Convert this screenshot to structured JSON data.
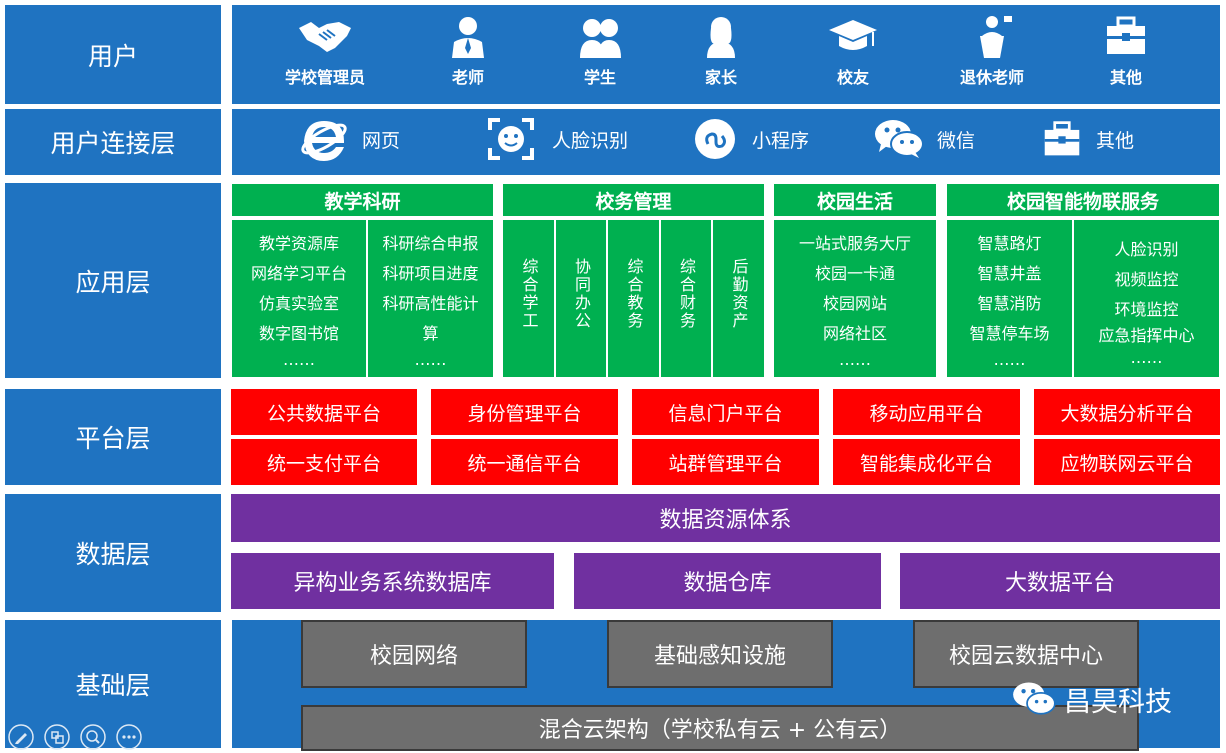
{
  "layers": {
    "user": "用户",
    "connect": "用户连接层",
    "app": "应用层",
    "platform": "平台层",
    "data": "数据层",
    "infra": "基础层"
  },
  "users": [
    {
      "label": "学校管理员",
      "icon": "handshake-icon"
    },
    {
      "label": "老师",
      "icon": "teacher-icon"
    },
    {
      "label": "学生",
      "icon": "students-icon"
    },
    {
      "label": "家长",
      "icon": "parent-icon"
    },
    {
      "label": "校友",
      "icon": "graduation-cap-icon"
    },
    {
      "label": "退休老师",
      "icon": "podium-speaker-icon"
    },
    {
      "label": "其他",
      "icon": "toolbox-icon"
    }
  ],
  "connections": [
    {
      "label": "网页",
      "icon": "ie-browser-icon"
    },
    {
      "label": "人脸识别",
      "icon": "face-scan-icon"
    },
    {
      "label": "小程序",
      "icon": "mini-program-icon"
    },
    {
      "label": "微信",
      "icon": "wechat-icon"
    },
    {
      "label": "其他",
      "icon": "toolbox-icon"
    }
  ],
  "apps": {
    "teaching": {
      "title": "教学科研",
      "left": [
        "教学资源库",
        "网络学习平台",
        "仿真实验室",
        "数字图书馆",
        "……"
      ],
      "right": [
        "科研综合申报",
        "科研项目进度",
        "科研高性能计",
        "算",
        "……"
      ]
    },
    "affairs": {
      "title": "校务管理",
      "cols": [
        "综合学工",
        "协同办公",
        "综合教务",
        "综合财务",
        "后勤资产"
      ]
    },
    "life": {
      "title": "校园生活",
      "items": [
        "一站式服务大厅",
        "校园一卡通",
        "校园网站",
        "网络社区",
        "……"
      ]
    },
    "iot": {
      "title": "校园智能物联服务",
      "left": [
        "智慧路灯",
        "智慧井盖",
        "智慧消防",
        "智慧停车场",
        "……"
      ],
      "right": [
        "人脸识别",
        "视频监控",
        "环境监控",
        "应急指挥中心",
        "……"
      ]
    }
  },
  "platforms": [
    [
      "公共数据平台",
      "身份管理平台",
      "信息门户平台",
      "移动应用平台",
      "大数据分析平台"
    ],
    [
      "统一支付平台",
      "统一通信平台",
      "站群管理平台",
      "智能集成化平台",
      "应物联网云平台"
    ]
  ],
  "data_layer": {
    "top": "数据资源体系",
    "items": [
      "异构业务系统数据库",
      "数据仓库",
      "大数据平台"
    ]
  },
  "infra": {
    "items": [
      "校园网络",
      "基础感知设施",
      "校园云数据中心"
    ],
    "bottom": "混合云架构（学校私有云 + 公有云）"
  },
  "watermark": "昌昊科技",
  "colors": {
    "blue": "#1f73c1",
    "green": "#00b050",
    "red": "#ff0000",
    "purple": "#7030a0",
    "gray": "#6e6e6e"
  }
}
